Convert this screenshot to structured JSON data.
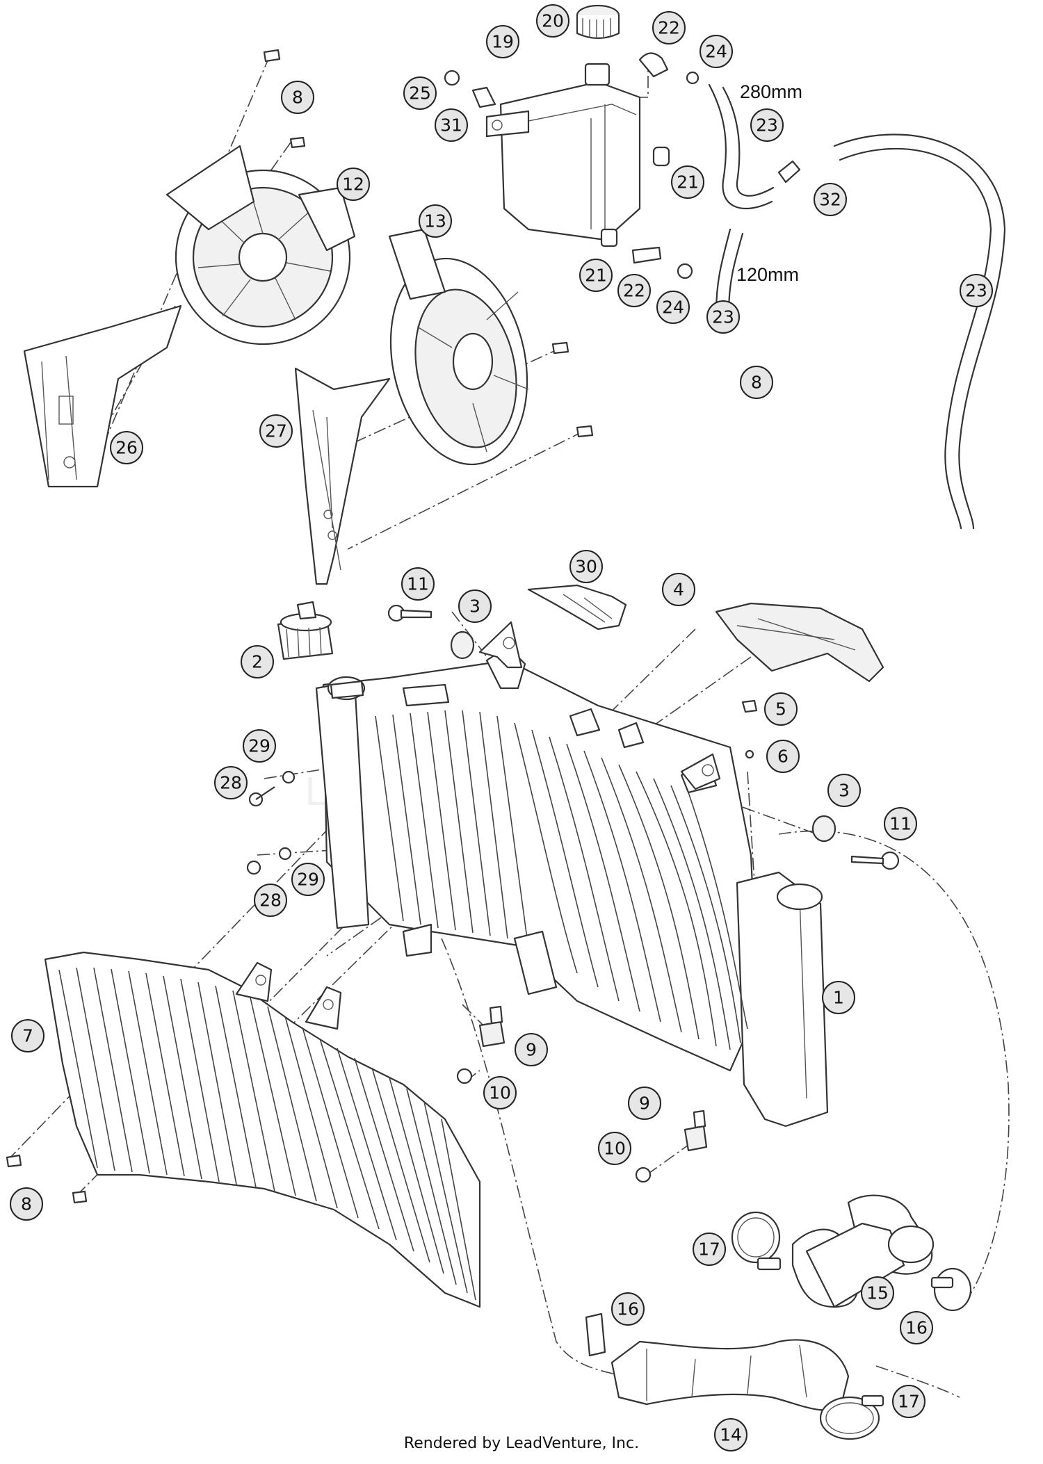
{
  "diagram": {
    "dimensions": [
      "280mm",
      "120mm"
    ],
    "callouts": [
      "20",
      "22",
      "24",
      "19",
      "25",
      "31",
      "8",
      "12",
      "13",
      "21",
      "32",
      "23",
      "27",
      "26",
      "30",
      "11",
      "3",
      "4",
      "2",
      "5",
      "6",
      "29",
      "28",
      "1",
      "7",
      "9",
      "10",
      "17",
      "15",
      "16",
      "14"
    ],
    "footer": "Rendered by LeadVenture, Inc."
  },
  "colors": {
    "callout_fill": "#e6e6e6",
    "line": "#333333",
    "background": "#ffffff"
  }
}
